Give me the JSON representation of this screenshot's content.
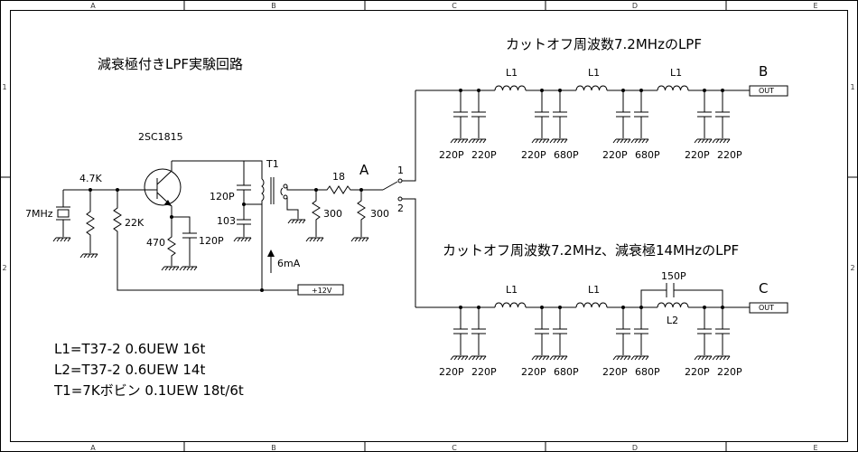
{
  "diagram": {
    "main_title": "減衰極付きLPF実験回路",
    "title_b": "カットオフ周波数7.2MHzのLPF",
    "title_c": "カットオフ周波数7.2MHz、減衰極14MHzのLPF",
    "border_cols": [
      "A",
      "B",
      "C",
      "D",
      "E"
    ],
    "border_rows": [
      "1",
      "2"
    ],
    "oscillator": {
      "transistor": "2SC1815",
      "crystal": "7MHz",
      "r_base_top": "4.7K",
      "r_base": "22K",
      "r_emitter": "470",
      "c_emitter": "120P",
      "c_tank": "120P",
      "c_bypass": "103",
      "transformer": "T1",
      "current": "6mA",
      "supply": "+12V"
    },
    "attenuator": {
      "r_series": "18",
      "r_shunt_1": "300",
      "r_shunt_2": "300"
    },
    "switch": {
      "node": "A",
      "pos1": "1",
      "pos2": "2"
    },
    "lpf_b": {
      "node": "B",
      "inductors": [
        "L1",
        "L1",
        "L1"
      ],
      "caps": [
        "220P",
        "220P",
        "220P",
        "680P",
        "220P",
        "680P",
        "220P",
        "220P"
      ],
      "out": "OUT"
    },
    "lpf_c": {
      "node": "C",
      "inductors": [
        "L1",
        "L1",
        "L2"
      ],
      "c_parallel": "150P",
      "caps": [
        "220P",
        "220P",
        "220P",
        "680P",
        "220P",
        "680P",
        "220P",
        "220P"
      ],
      "out": "OUT"
    },
    "notes": [
      "L1=T37-2 0.6UEW 16t",
      "L2=T37-2 0.6UEW 14t",
      "T1=7Kボビン 0.1UEW 18t/6t"
    ]
  }
}
